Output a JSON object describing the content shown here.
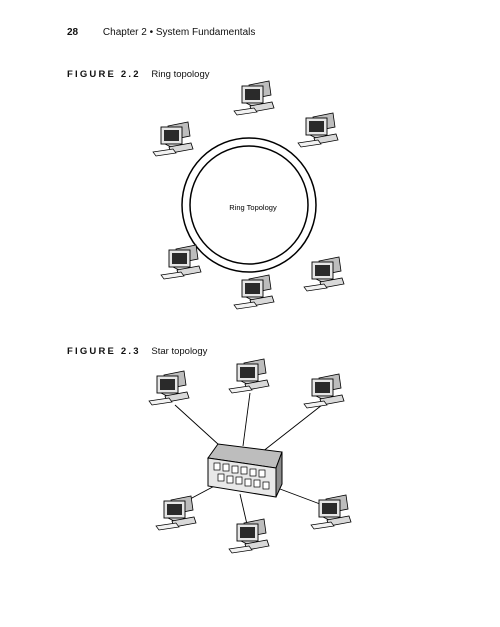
{
  "header": {
    "page_number": "28",
    "chapter_title": "Chapter 2 • System Fundamentals"
  },
  "figures": [
    {
      "label": "FIGURE 2.2",
      "caption": "Ring topology",
      "center_label": "Ring Topology"
    },
    {
      "label": "FIGURE 2.3",
      "caption": "Star topology"
    }
  ]
}
